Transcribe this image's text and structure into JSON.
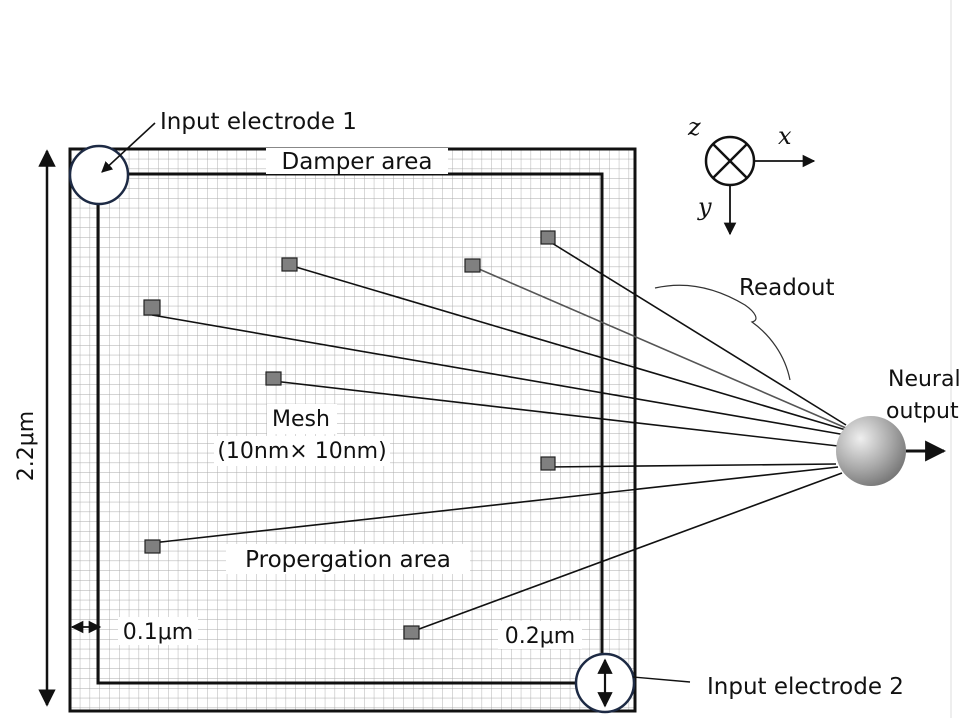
{
  "labels": {
    "input_electrode_1": "Input electrode 1",
    "input_electrode_2": "Input electrode 2",
    "damper_area": "Damper area",
    "readout": "Readout",
    "neural_output_line1": "Neural",
    "neural_output_line2": "output",
    "mesh_line1": "Mesh",
    "mesh_line2": "(10nm× 10nm)",
    "propagation_area": "Propergation area",
    "dim_height": "2.2μm",
    "dim_damper_left": "0.1μm",
    "dim_damper_right": "0.2μm"
  },
  "axes": {
    "x": "x",
    "y": "y",
    "z": "z"
  },
  "colors": {
    "line": "#111111",
    "grid": "#a9a9a9",
    "sensor_fill": "#808080",
    "electrode_border": "#1d2a44"
  },
  "icons": {
    "axis_z": "circle-cross-icon",
    "output_neuron": "gray-sphere-icon"
  }
}
